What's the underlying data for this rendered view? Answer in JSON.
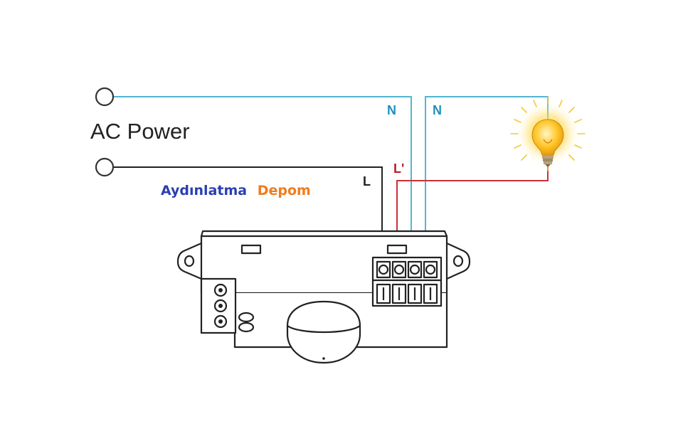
{
  "labels": {
    "ac_power": "AC Power",
    "neutral_left": "N",
    "neutral_right": "N",
    "live_in": "L",
    "live_out": "L'",
    "brand_part1": "Aydınlatma",
    "brand_part2": "Depom"
  },
  "colors": {
    "neutral_wire": "#52b6d2",
    "live_wire": "#222222",
    "switched_wire": "#c8323a",
    "label_neutral": "#1e8fc0",
    "label_live_out": "#b8202a",
    "brand_blue": "#2b3fb0",
    "brand_orange": "#f07c1c",
    "bulb_glow": "#f5c322"
  },
  "icons": [
    "terminal-circle",
    "light-bulb-icon",
    "motion-sensor-device"
  ]
}
